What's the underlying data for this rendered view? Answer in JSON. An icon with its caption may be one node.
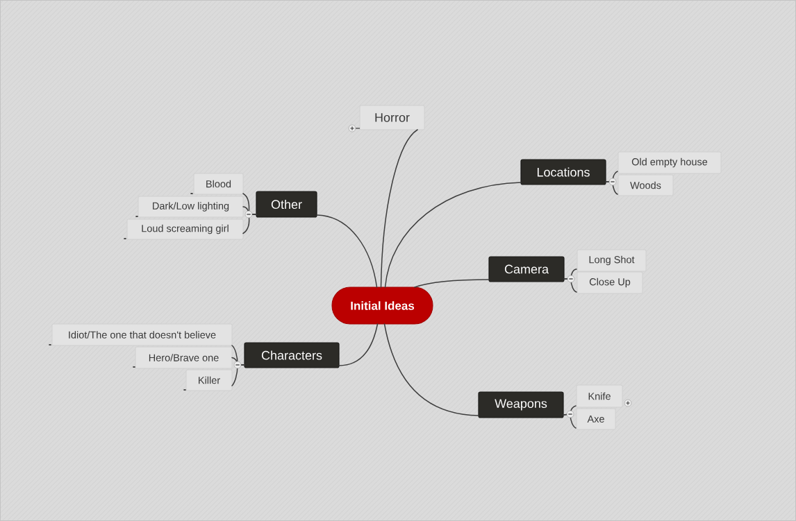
{
  "diagram": {
    "nodes": [
      {
        "text": [
          "Initial Ideas"
        ]
      },
      {
        "text": [
          "Horror"
        ]
      },
      {
        "text": [
          "Other"
        ]
      },
      {
        "text": [
          "Blood"
        ]
      },
      {
        "text": [
          "Dark/Low lighting"
        ]
      },
      {
        "text": [
          "Loud screaming girl"
        ]
      },
      {
        "text": [
          "Locations"
        ]
      },
      {
        "text": [
          "Old empty house"
        ]
      },
      {
        "text": [
          "Woods"
        ]
      },
      {
        "text": [
          "Camera"
        ]
      },
      {
        "text": [
          "Long Shot"
        ]
      },
      {
        "text": [
          "Close Up"
        ]
      },
      {
        "text": [
          "Characters"
        ]
      },
      {
        "text": [
          "Idiot/The one that doesn't believe"
        ]
      },
      {
        "text": [
          "Hero/Brave one"
        ]
      },
      {
        "text": [
          "Killer"
        ]
      },
      {
        "text": [
          "Weapons"
        ]
      },
      {
        "text": [
          "Knife"
        ]
      },
      {
        "text": [
          "Axe"
        ]
      }
    ],
    "edges": [
      {
        "from": 0,
        "to": 1,
        "arrow": "none"
      },
      {
        "from": 0,
        "to": 2,
        "arrow": "none"
      },
      {
        "from": 0,
        "to": 6,
        "arrow": "none"
      },
      {
        "from": 0,
        "to": 9,
        "arrow": "none"
      },
      {
        "from": 0,
        "to": 12,
        "arrow": "none"
      },
      {
        "from": 0,
        "to": 16,
        "arrow": "none"
      },
      {
        "from": 2,
        "to": 3,
        "arrow": "none"
      },
      {
        "from": 2,
        "to": 4,
        "arrow": "none"
      },
      {
        "from": 2,
        "to": 5,
        "arrow": "none"
      },
      {
        "from": 6,
        "to": 7,
        "arrow": "none"
      },
      {
        "from": 6,
        "to": 8,
        "arrow": "none"
      },
      {
        "from": 9,
        "to": 10,
        "arrow": "none"
      },
      {
        "from": 9,
        "to": 11,
        "arrow": "none"
      },
      {
        "from": 12,
        "to": 13,
        "arrow": "none"
      },
      {
        "from": 12,
        "to": 14,
        "arrow": "none"
      },
      {
        "from": 12,
        "to": 15,
        "arrow": "none"
      },
      {
        "from": 16,
        "to": 17,
        "arrow": "none"
      },
      {
        "from": 16,
        "to": 18,
        "arrow": "none"
      }
    ]
  }
}
